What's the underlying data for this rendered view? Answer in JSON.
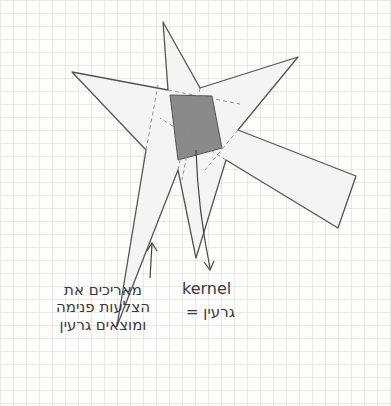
{
  "diagram": {
    "labels": [
      "מאריכים את הצלעות פנימה ומוצאים גרעין",
      "kernel",
      "= גרעין"
    ]
  }
}
